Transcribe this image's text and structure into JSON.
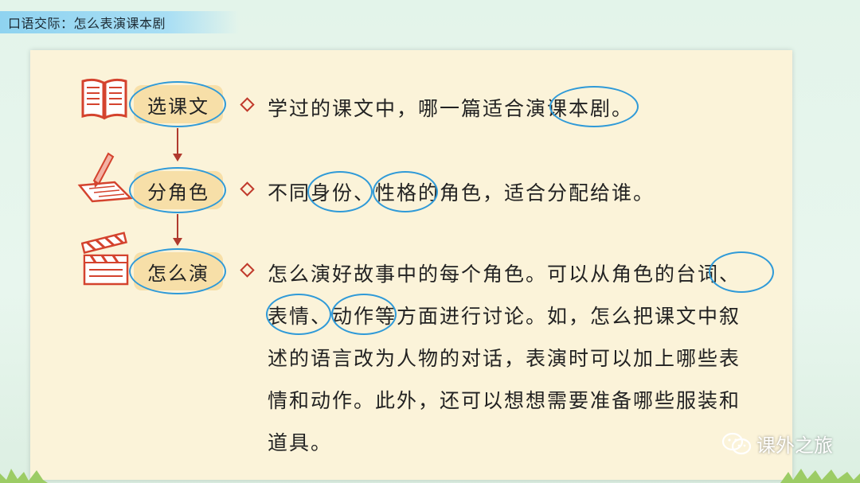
{
  "header": {
    "title": "口语交际：怎么表演课本剧"
  },
  "steps": [
    {
      "label": "选课文",
      "icon": "book-icon",
      "lines": [
        "学过的课文中，哪一篇适合演课本剧。"
      ]
    },
    {
      "label": "分角色",
      "icon": "pencil-paper-icon",
      "lines": [
        "不同身份、性格的角色，适合分配给谁。"
      ]
    },
    {
      "label": "怎么演",
      "icon": "clapperboard-icon",
      "lines": [
        "怎么演好故事中的每个角色。可以从角色的台词、",
        "表情、动作等方面进行讨论。如，怎么把课文中叙",
        "述的语言改为人物的对话，表演时可以加上哪些表",
        "情和动作。此外，还可以想想需要准备哪些服装和",
        "道具。"
      ]
    }
  ],
  "watermark": {
    "text": "课外之旅",
    "icon": "wechat-icon"
  },
  "colors": {
    "circle": "#2f9ad8",
    "label_bg": "#f7dfa8",
    "card_bg": "#fbf3d9",
    "accent_red": "#c0392b",
    "title_bar": "#8fd3f0"
  }
}
